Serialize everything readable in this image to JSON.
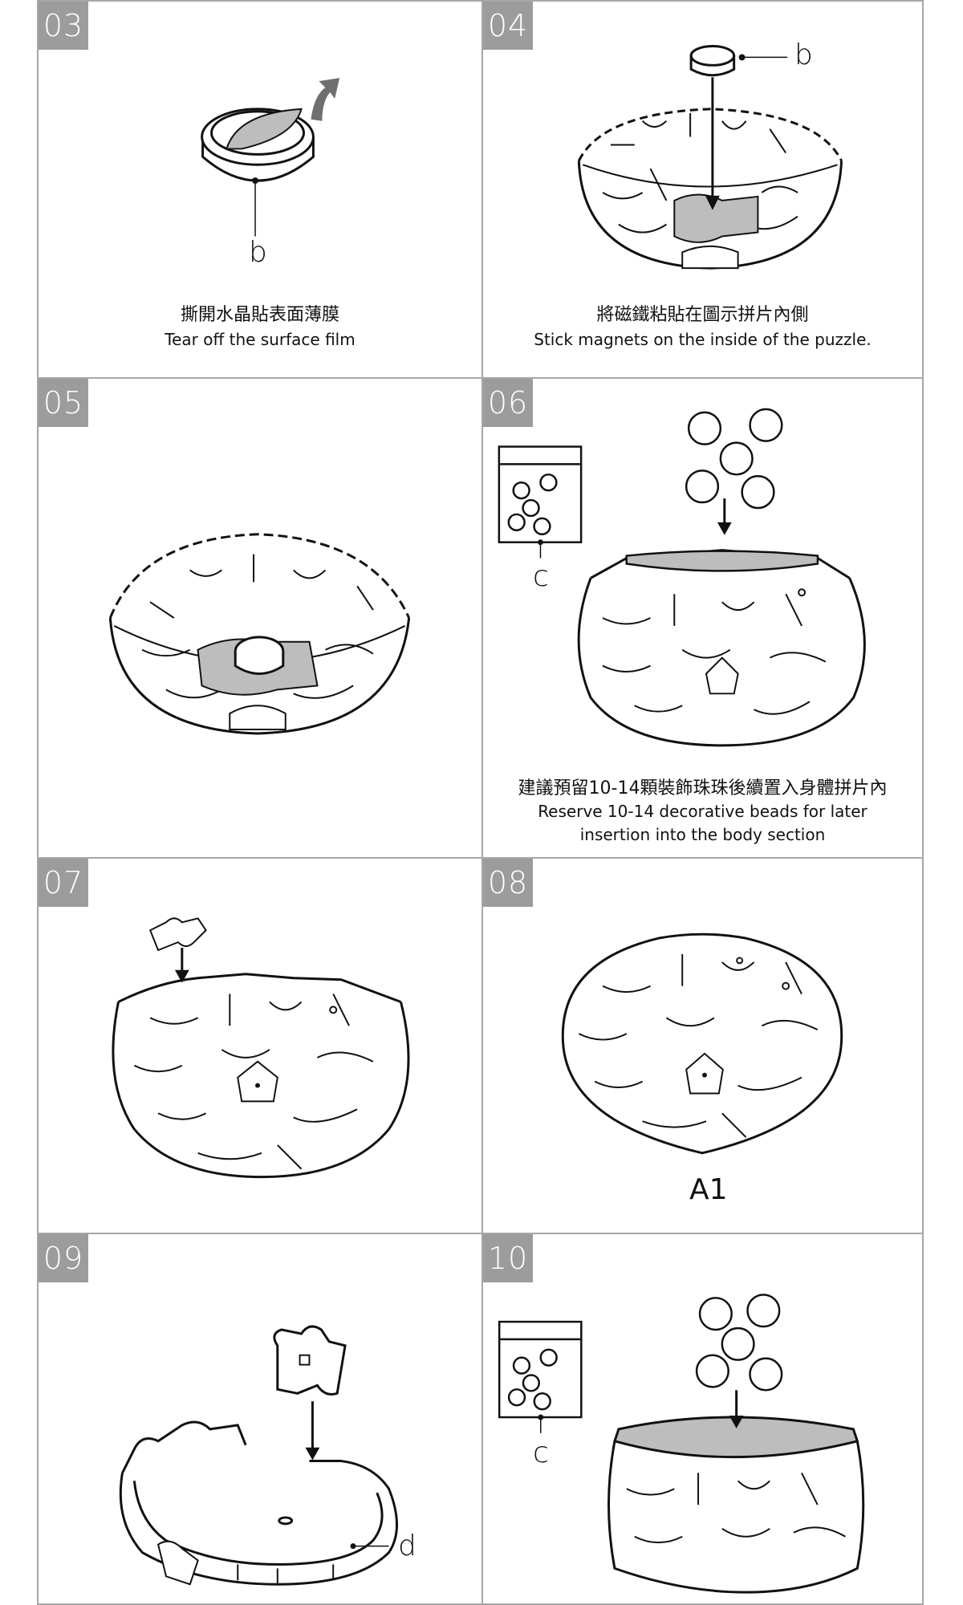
{
  "panels": {
    "p03": {
      "step": "03",
      "zh": "撕開水晶貼表面薄膜",
      "en": "Tear off the surface film",
      "label": "b"
    },
    "p04": {
      "step": "04",
      "zh": "將磁鐵粘貼在圖示拼片內側",
      "en": "Stick magnets on the inside of the puzzle.",
      "label": "b"
    },
    "p05": {
      "step": "05"
    },
    "p06": {
      "step": "06",
      "zh": "建議預留10-14顆裝飾珠珠後續置入身體拼片內",
      "en1": "Reserve 10-14 decorative beads for later",
      "en2": "insertion into the body section",
      "label": "c"
    },
    "p07": {
      "step": "07"
    },
    "p08": {
      "step": "08",
      "label": "A1"
    },
    "p09": {
      "step": "09",
      "label": "d"
    },
    "p10": {
      "step": "10",
      "label": "c"
    }
  }
}
